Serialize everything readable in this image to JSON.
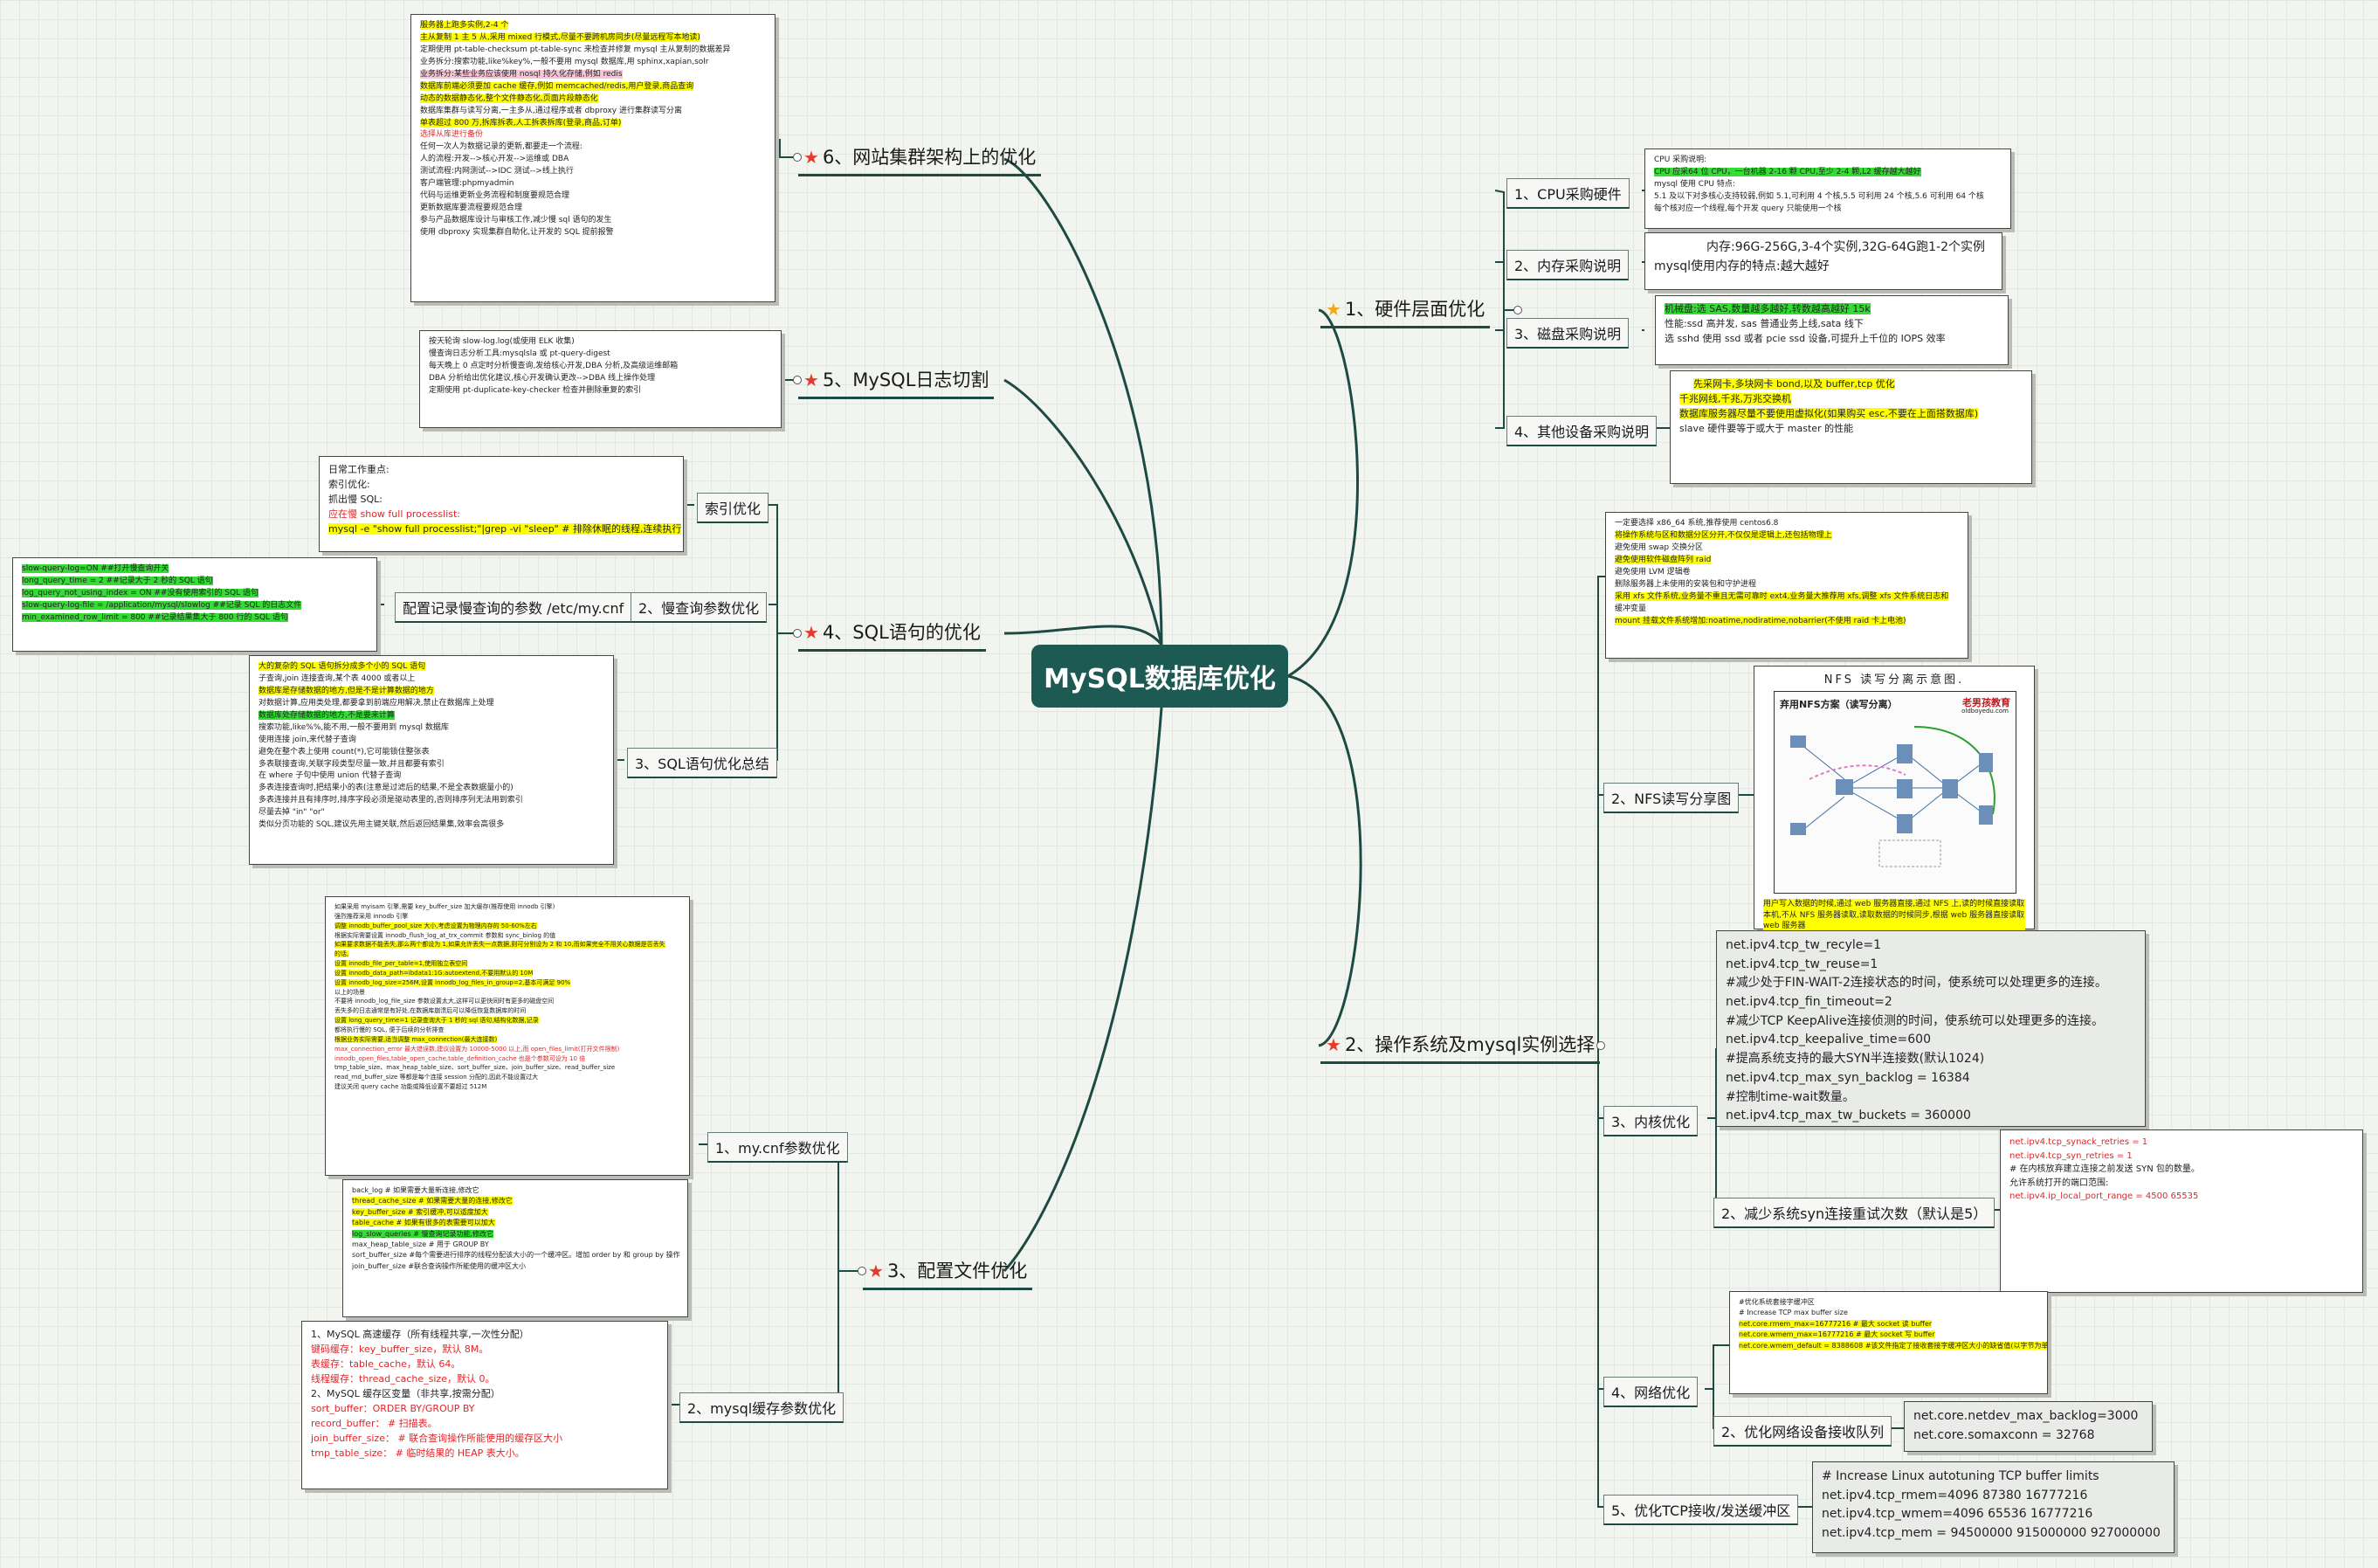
{
  "root": {
    "title": "MySQL数据库优化"
  },
  "branches": {
    "b1": {
      "label": "1、硬件层面优化",
      "cpu": {
        "label": "1、CPU采购硬件",
        "lines": [
          "CPU 采购说明:",
          "CPU 应采64 位 CPU，一台机器 2-16 颗 CPU,至少 2-4 颗,L2 缓存越大越好",
          "mysql 使用 CPU 特点:",
          "5.1 及以下对多核心支持较弱,例如 5.1,可利用 4 个核,5.5 可利用 24 个核,5.6 可利用 64 个核",
          "每个核对应一个线程,每个开发 query 只能使用一个核"
        ]
      },
      "mem": {
        "label": "2、内存采购说明",
        "lines": [
          "内存:96G-256G,3-4个实例,32G-64G跑1-2个实例",
          "mysql使用内存的特点:越大越好"
        ]
      },
      "disk": {
        "label": "3、磁盘采购说明",
        "lines": [
          "机械盘:选 SAS,数量越多越好,转数越高越好 15k",
          "性能:ssd 高并发, sas 普通业务上线,sata 线下",
          "选 sshd 使用 ssd 或者 pcie ssd 设备,可提升上千位的 IOPS 效率"
        ]
      },
      "other": {
        "label": "4、其他设备采购说明",
        "lines": [
          "先采网卡,多块网卡 bond,以及 buffer,tcp 优化",
          "",
          "千兆网线,千兆,万兆交换机",
          "数据库服务器尽量不要使用虚拟化(如果购买 esc,不要在上面搭数据库)",
          "",
          "slave 硬件要等于或大于 master 的性能"
        ]
      }
    },
    "b2": {
      "label": "2、操作系统及mysql实例选择",
      "os_lines": [
        "一定要选择 x86_64 系统,推荐使用 centos6.8",
        "将操作系统与区和数据分区分开,不仅仅是逻辑上,还包括物理上",
        "避免使用 swap 交换分区",
        "避免使用软件磁盘阵列 raid",
        "避免使用 LVM 逻辑卷",
        "删除服务器上未使用的安装包和守护进程",
        "",
        "采用 xfs 文件系统,业务量不重且无需可靠时 ext4,业务量大推荐用 xfs,调整 xfs 文件系统日志和",
        "缓冲变量",
        "mount 挂载文件系统增加:noatime,nodiratime,nobarrier(不使用 raid 卡上电池)"
      ],
      "nfs": {
        "label": "2、NFS读写分享图",
        "fig_title": "NFS 读写分离示意图.",
        "img_title": "弃用NFS方案（读写分离）",
        "brand": "老男孩教育",
        "brand_site": "oldboyedu.com",
        "caption": "用户写入数据的时候,通过 web 服务器直接,通过 NFS 上,读的时候直接读取本机,不从 NFS 服务器读取,读取数据的时候同步,根据 web 服务器直接读取 web 服务器"
      },
      "kernel": {
        "label": "3、内核优化",
        "lines": [
          "net.ipv4.tcp_tw_recyle=1",
          "net.ipv4.tcp_tw_reuse=1",
          "#减少处于FIN-WAIT-2连接状态的时间，使系统可以处理更多的连接。",
          "net.ipv4.tcp_fin_timeout=2",
          "#减少TCP KeepAlive连接侦测的时间，使系统可以处理更多的连接。",
          "net.ipv4.tcp_keepalive_time=600",
          "#提高系统支持的最大SYN半连接数(默认1024)",
          "net.ipv4.tcp_max_syn_backlog = 16384",
          "#控制time-wait数量。",
          "net.ipv4.tcp_max_tw_buckets = 360000"
        ]
      },
      "syn": {
        "label": "2、减少系统syn连接重试次数（默认是5）",
        "lines": [
          "net.ipv4.tcp_synack_retries = 1",
          "",
          "net.ipv4.tcp_syn_retries = 1",
          "",
          "# 在内核放弃建立连接之前发送 SYN 包的数量。",
          "",
          "允许系统打开的端口范围:",
          "",
          "net.ipv4.ip_local_port_range = 4500 65535"
        ]
      },
      "net": {
        "label": "4、网络优化",
        "lines": [
          "#优化系统套接字缓冲区",
          "",
          "# Increase TCP max buffer size",
          "",
          "net.core.rmem_max=16777216 #  最大 socket 读 buffer",
          "",
          "net.core.wmem_max=16777216 #  最大 socket 写 buffer",
          "",
          "net.core.wmem_default = 8388608 #该文件指定了接收套接字缓冲区大小的缺省值(以字节为单位)"
        ]
      },
      "queue": {
        "label": "2、优化网络设备接收队列",
        "lines": [
          "net.core.netdev_max_backlog=3000",
          "net.core.somaxconn = 32768"
        ]
      },
      "tcpbuf": {
        "label": "5、优化TCP接收/发送缓冲区",
        "lines": [
          "# Increase Linux autotuning TCP buffer limits",
          "net.ipv4.tcp_rmem=4096 87380 16777216",
          "net.ipv4.tcp_wmem=4096 65536 16777216",
          "net.ipv4.tcp_mem = 94500000 915000000 927000000"
        ]
      }
    },
    "b3": {
      "label": "3、配置文件优化",
      "mycnf": {
        "label": "1、my.cnf参数优化",
        "lines": [
          "如果采用 myisam 引擎,需要 key_buffer_size 加大缓存(推荐使用 innodb 引擎)",
          "强烈推荐采用 innodb 引擎",
          "调整 innodb_buffer_pool_size 大小,考虑设置为物理内存的 50-60%左右",
          "根据实际需要设置 innodb_flush_log_at_trx_commit 参数和 sync_binlog 的值",
          "如果要求数据不能丢失,那么两个都设为 1,如果允许丢失一点数据,则可分别设为 2 和 10,而如果完全不用关心数据是否丢失",
          "的话,",
          "设置 innodb_file_per_table=1,使用独立表空间",
          "设置 innodb_data_path=ibdata1:1G:autoextend,不要用默认的 10M",
          "设置 innodb_log_size=256M,设置 innodb_log_files_in_group=2,基本可满足 90%",
          "以上的场景",
          "不要将 innodb_log_file_size 参数设置太大,这样可以更快同时有更多的磁盘空间",
          "丢失多的日志通常是有好处,在数据库崩溃后可以降低恢复数据库的时间",
          "设置 long_query_time=1 记录查询大于 1 秒的 sql 语句,结构化数据,记录",
          "都将执行慢的 SQL, 便于后续的分析排查",
          "根据业务实际需要,适当调整 max_connection(最大连接数)",
          "max_connection_error 最大错误数,建议设置为 10000-5000 以上,而 open_files_limit(打开文件限制)",
          "innodb_open_files,table_open_cache,table_definition_cache 也是个参数可设为 10 倍",
          "",
          "tmp_table_size、max_heap_table_size、sort_buffer_size、join_buffer_size、read_buffer_size",
          "read_rnd_buffer_size 等都是每个连接 session 分配的,因此不能设置过大",
          "建议关闭 query cache 功能或降低设置不要超过 512M"
        ]
      },
      "mycnf2": {
        "lines": [
          "back_log  #  如果需要大量新连接,修改它",
          "thread_cache_size   #  如果需要大量的连接,修改它",
          "",
          "",
          "key_buffer_size  #  索引缓冲,可以适度加大",
          "table_cache  #  如果有很多的表需要可以加大",
          "log_slow_queries  #  慢查询记录功能,修改它",
          "max_heap_table_size  #  用于 GROUP BY",
          "sort_buffer_size  #每个需要进行排序的线程分配该大小的一个缓冲区。增加 order by 和 group by 操作",
          "join_buffer_size  #联合查询操作所能使用的缓冲区大小"
        ]
      },
      "cache": {
        "label": "2、mysql缓存参数优化",
        "lines": [
          "1、MySQL 高速缓存（所有线程共享,一次性分配）",
          "键码缓存：key_buffer_size，默认 8M。",
          "表缓存：table_cache，默认 64。",
          "线程缓存：thread_cache_size，默认 0。",
          "",
          "2、MySQL 缓存区变量（非共享,按需分配）",
          "sort_buffer：ORDER BY/GROUP BY",
          "record_buffer：  #  扫描表。",
          "join_buffer_size：  #  联合查询操作所能使用的缓存区大小",
          "tmp_table_size：  #  临时结果的 HEAP 表大小。"
        ]
      }
    },
    "b4": {
      "label": "4、SQL语句的优化",
      "index": {
        "label": "索引优化",
        "lines": [
          "日常工作重点:",
          "索引优化:",
          "抓出慢 SQL:",
          "",
          "应在慢 show full processlist:",
          "mysql -e \"show full processlist;\"|grep -vi \"sleep\"    #  排除休眠的线程,连续执行"
        ]
      },
      "slow": {
        "label": "2、慢查询参数优化",
        "sub_label": "配置记录慢查询的参数 /etc/my.cnf",
        "lines": [
          "slow-query-log=ON      ##打开慢查询开关",
          "long_query_time = 2    ##记录大于 2 秒的 SQL 语句",
          "log_query_not_using_index = ON    ##没有使用索引的 SQL 语句",
          "slow-query-log-file = /application/mysql/slowlog    ##记录 SQL 的日志文件",
          "min_examined_row_limit = 800    ##记录结果集大于 800 行的 SQL 语句",
          ""
        ]
      },
      "summary": {
        "label": "3、SQL语句优化总结",
        "lines": [
          "大的复杂的 SQL 语句拆分成多个小的 SQL 语句",
          "子查询,join 连接查询,某个表 4000 或者以上",
          "数据库是存储数据的地方,但是不是计算数据的地方",
          "对数据计算,应用类处理,都要拿到前端应用解决,禁止在数据库上处理",
          "数据库处存储数据的地方,不是要来计算",
          "搜索功能,like%%,能不用,一般不要用到 mysql 数据库",
          "使用连接 join,来代替子查询",
          "避免在整个表上使用 count(*),它可能锁住整张表",
          "多表联接查询,关联字段类型尽量一致,并且都要有索引",
          "在 where 子句中使用 union 代替子查询",
          "多表连接查询时,把结果小的表(注意是过滤后的结果,不是全表数据量小的)",
          "多表连接并且有排序时,排序字段必须是驱动表里的,否则排序列无法用到索引",
          "尽量去掉 \"in\" \"or\"",
          "类似分页功能的 SQL,建议先用主键关联,然后返回结果集,效率会高很多"
        ]
      }
    },
    "b5": {
      "label": "5、MySQL日志切割",
      "lines": [
        "按天轮询 slow-log.log(或使用 ELK 收集)",
        "慢查询日志分析工具:mysqlsla 或 pt-query-digest",
        "每天晚上 0 点定时分析慢查询,发给核心开发,DBA 分析,及高级运维邮箱",
        "DBA 分析给出优化建议,核心开发确认更改-->DBA 线上操作处理",
        "定期使用 pt-duplicate-key-checker 检查并删除重复的索引",
        ""
      ]
    },
    "b6": {
      "label": "6、网站集群架构上的优化",
      "lines": [
        "服务器上跑多实例,2-4 个",
        "主从复制 1 主 5 从,采用 mixed 行模式,尽量不要跨机房同步(尽量远程写本地读)",
        "定期使用 pt-table-checksum pt-table-sync 来检查并修复 mysql 主从复制的数据差异",
        "业务拆分:搜索功能,like%key%,一般不要用 mysql 数据库,用 sphinx,xapian,solr",
        "业务拆分:某些业务应该使用 nosql 持久化存储,例如 redis",
        "数据库前端必须要加 cache 缓存,例如 memcached/redis,用户登录,商品查询",
        "动态的数据静态化,整个文件静态化,页面片段静态化",
        "数据库集群与读写分离,一主多从,通过程序或者 dbproxy 进行集群读写分离",
        "单表超过 800 万,拆库拆表,人工拆表拆库(登录,商品,订单)",
        "选择从库进行备份",
        "",
        "任何一次人为数据记录的更新,都要走一个流程:",
        "人的流程:开发-->核心开发-->运维或 DBA",
        "测试流程:内网测试-->IDC 测试-->线上执行",
        "客户端管理:phpmyadmin",
        "代码与运维更新业务流程和制度要规范合理",
        "更新数据库要流程要规范合理",
        "",
        "参与产品数据库设计与审核工作,减少慢 sql 语句的发生",
        "使用 dbproxy 实现集群自助化,让开发的 SQL 提前报警"
      ]
    }
  }
}
